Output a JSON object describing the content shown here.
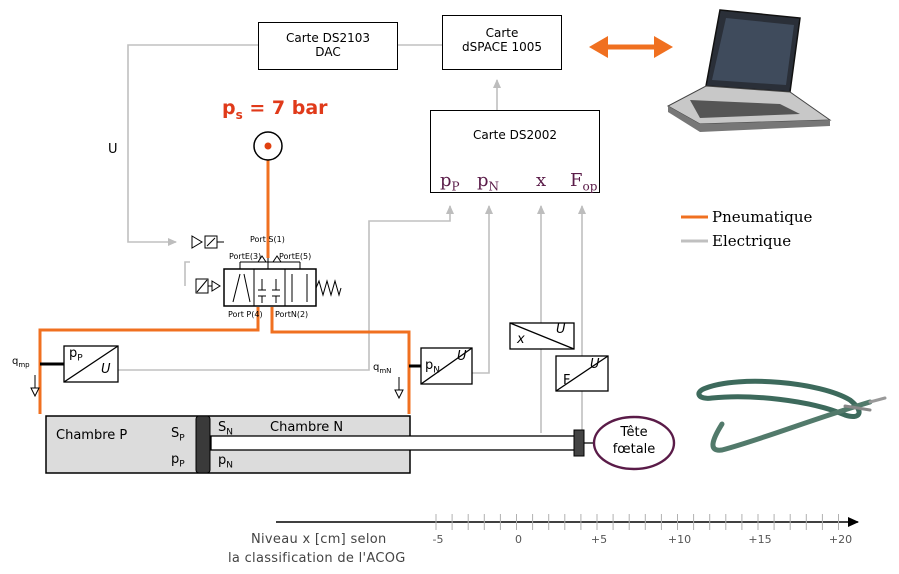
{
  "cards": {
    "ds2103_line1": "Carte DS2103",
    "ds2103_line2": "DAC",
    "dspace_line1": "Carte",
    "dspace_line2": "dSPACE 1005",
    "ds2002": "Carte DS2002"
  },
  "signals": {
    "u": "U",
    "pP_main": "p",
    "pP_sub": "P",
    "pN_main": "p",
    "pN_sub": "N",
    "x": "x",
    "Fop_main": "F",
    "Fop_sub": "op"
  },
  "supply": {
    "p": "p",
    "p_sub": "s",
    "value": "= 7 bar"
  },
  "valve": {
    "port_s": "Port S(1)",
    "port_e3": "PortE(3)",
    "port_e5": "PortE(5)",
    "port_p": "Port P(4)",
    "port_n": "PortN(2)"
  },
  "legend": {
    "pneumatic": "Pneumatique",
    "electric": "Electrique",
    "pneumatic_color": "#f07020",
    "electric_color": "#c0c0c0"
  },
  "sensors": {
    "qmp_main": "q",
    "qmp_sub": "mp",
    "qmn_main": "q",
    "qmn_sub": "mN",
    "pP_main": "p",
    "pP_sub": "P",
    "pN_main": "p",
    "pN_sub": "N",
    "u": "U",
    "x": "x",
    "F": "F"
  },
  "cylinder": {
    "chamber_p": "Chambre P",
    "chamber_n": "Chambre N",
    "sP_main": "S",
    "sP_sub": "P",
    "sN_main": "S",
    "sN_sub": "N",
    "pP_main": "p",
    "pP_sub": "P",
    "pN_main": "p",
    "pN_sub": "N"
  },
  "head": {
    "line1": "Tête",
    "line2": "fœtale"
  },
  "scale": {
    "title_line1": "Niveau x [cm] selon",
    "title_line2": "la classification de l'ACOG",
    "ticks": [
      "-5",
      "0",
      "+5",
      "+10",
      "+15",
      "+20"
    ]
  }
}
